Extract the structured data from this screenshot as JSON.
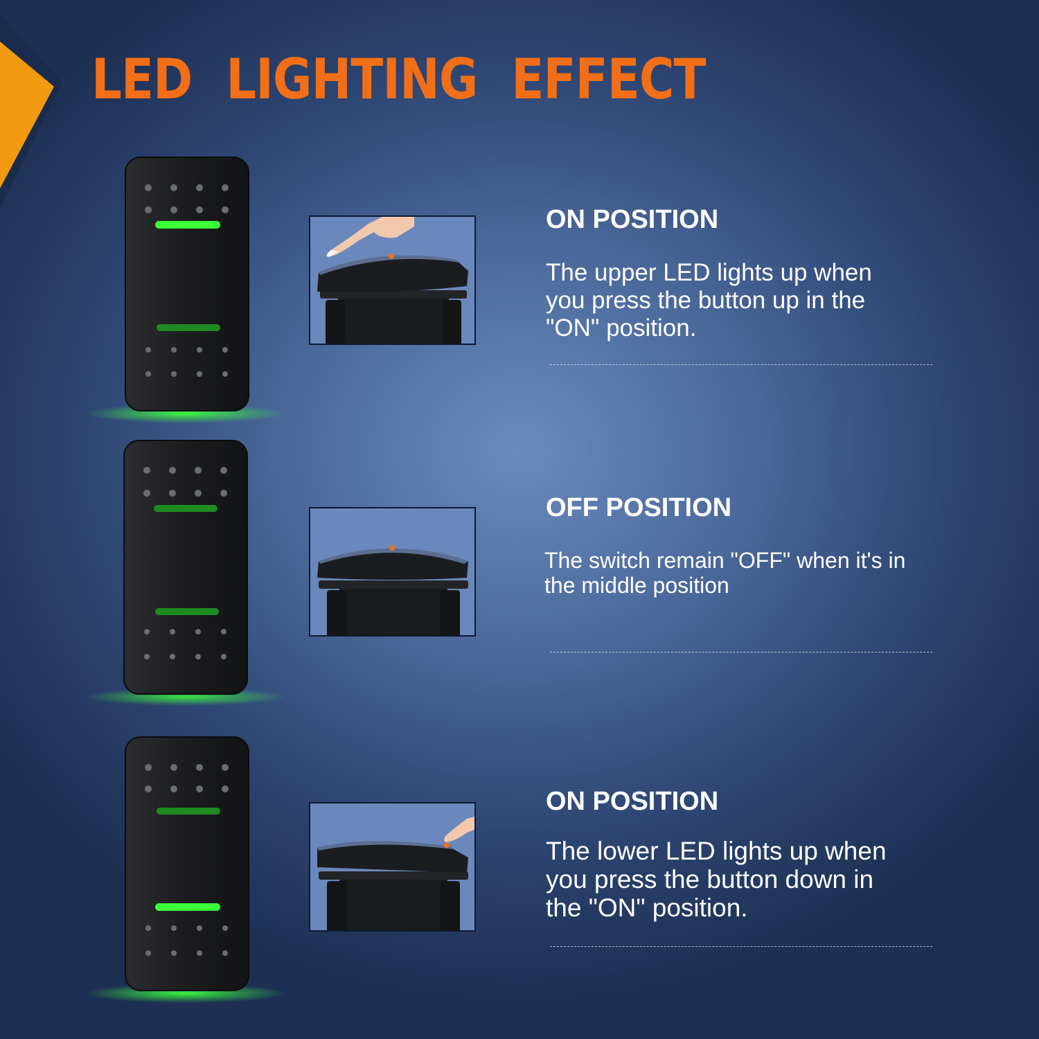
{
  "title": "LED LIGHTING EFFECT",
  "colors": {
    "accent": "#f26f17",
    "led_green": "#38e33a",
    "switch_black": "#1b1c1e"
  },
  "sections": [
    {
      "heading": "ON POSITION",
      "description": "The upper LED lights up when\n you press the button up in the\n\"ON\" position.",
      "lit_led": "upper",
      "finger_icon": "finger-press-upper-icon"
    },
    {
      "heading": "OFF POSITION",
      "description": "The switch remain \"OFF\" when it's in\nthe middle position",
      "lit_led": "none",
      "finger_icon": ""
    },
    {
      "heading": "ON POSITION",
      "description": "The lower LED lights up when\nyou press the button down  in\nthe \"ON\" position.",
      "lit_led": "lower",
      "finger_icon": "finger-press-lower-icon"
    }
  ]
}
